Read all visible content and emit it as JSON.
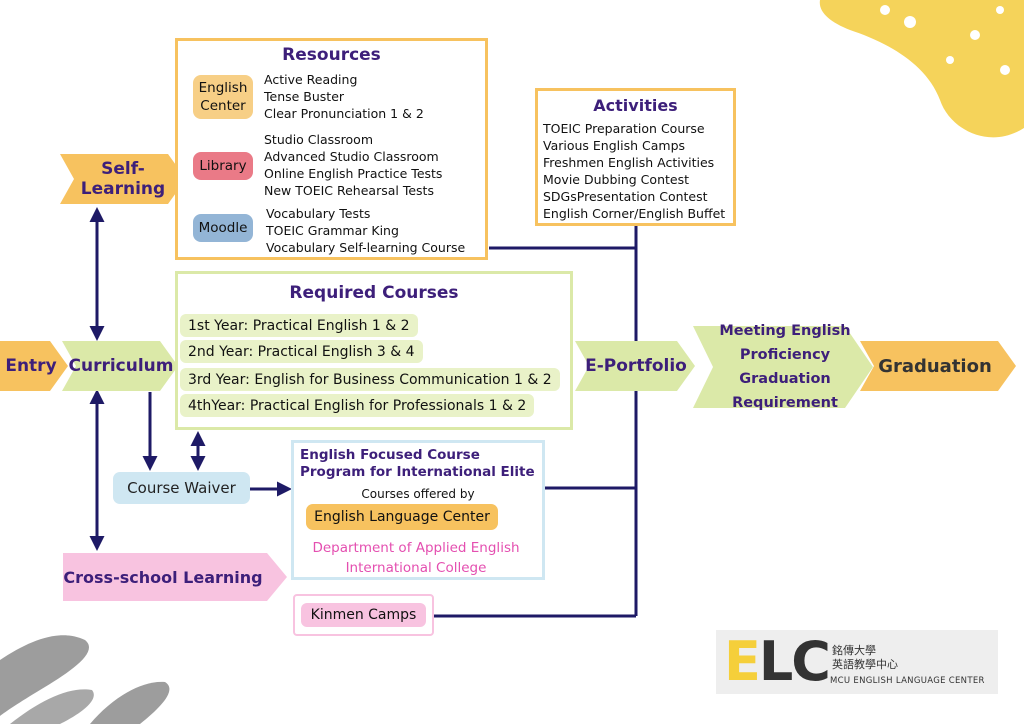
{
  "resources": {
    "title": "Resources",
    "groups": [
      {
        "tag": "English Center",
        "color": "#f7cf86",
        "items": [
          "Active Reading",
          "Tense Buster",
          "Clear Pronunciation 1 & 2"
        ]
      },
      {
        "tag": "Library",
        "color": "#ea7a87",
        "items": [
          "Studio Classroom",
          "Advanced Studio Classroom",
          "Online English Practice Tests",
          "New TOEIC Rehearsal Tests"
        ]
      },
      {
        "tag": "Moodle",
        "color": "#93b5d6",
        "items": [
          "Vocabulary Tests",
          "TOEIC Grammar King",
          "Vocabulary Self-learning Course"
        ]
      }
    ]
  },
  "activities": {
    "title": "Activities",
    "items": [
      "TOEIC Preparation Course",
      "Various English Camps",
      "Freshmen English Activities",
      "Movie Dubbing Contest",
      "SDGsPresentation Contest",
      "English Corner/English Buffet"
    ]
  },
  "required": {
    "title": "Required Courses",
    "items": [
      "1st Year: Practical English 1 & 2",
      "2nd Year: Practical English 3 & 4",
      "3rd Year: English for Business Communication 1 & 2",
      "4thYear: Practical English for Professionals 1 & 2"
    ]
  },
  "flow": {
    "self_learning": "Self-Learning",
    "entry": "Entry",
    "curriculum": "Curriculum",
    "eportfolio": "E-Portfolio",
    "meeting": "Meeting English Proficiency Graduation Requirement",
    "graduation": "Graduation",
    "course_waiver": "Course Waiver",
    "cross_school": "Cross-school Learning",
    "kinmen": "Kinmen Camps"
  },
  "program": {
    "title": "English Focused Course Program for International Elite",
    "offered_by": "Courses offered by",
    "elc": "English Language Center",
    "dept1": "Department of Applied English",
    "dept2": "International College"
  },
  "logo": {
    "letters": "ELC",
    "chinese1": "銘傳大學",
    "chinese2": "英語教學中心",
    "english": "MCU ENGLISH LANGUAGE CENTER"
  },
  "colors": {
    "navy": "#1e1a66",
    "purple": "#3d1f7a",
    "orange": "#f7c25f",
    "green": "#dbe9a8",
    "pink": "#f8c3e0",
    "blue_box": "#cfe7f2",
    "yellow_blob": "#f5d35a",
    "gray_brush": "#9d9d9d"
  }
}
